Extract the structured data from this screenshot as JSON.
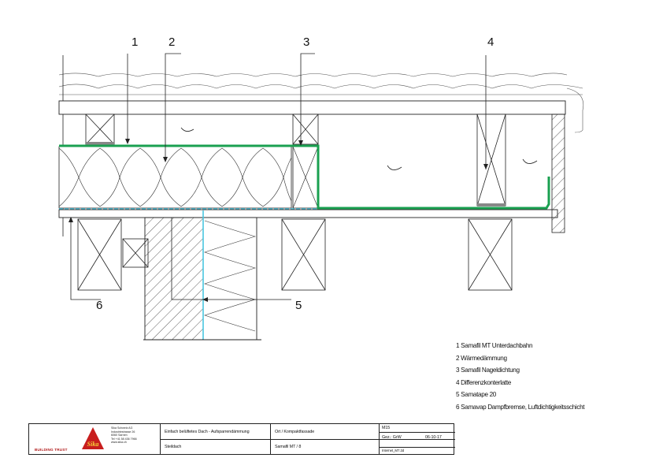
{
  "callouts": [
    "1",
    "2",
    "3",
    "4",
    "5",
    "6"
  ],
  "legend": [
    "1 Samafil MT Unterdachbahn",
    "2 Wärmedämmung",
    "3 Samafil Nageldichtung",
    "4 Differenzkonterlatte",
    "5 Samatape 20",
    "6 Samavap Dampfbremse, Luftdichtigkeitsschicht"
  ],
  "title_block": {
    "brand": "BUILDING TRUST",
    "logo_text": "Sika",
    "company": [
      "Sika Schweiz AG",
      "Industriestrasse 26",
      "6060 Sarnen",
      "Tel +41 58 436 7966",
      "www.sika.ch"
    ],
    "description": "Einfach belüftetes Dach - Aufsparrendämmung",
    "category": "Ort / Kompaktfassade",
    "sheet": "M15",
    "drawn_by": "Gez.: GrW",
    "date": "06-10-17",
    "roof_type": "Steildach",
    "product": "Samafil MT / 8",
    "file": "Internet_M7.2d"
  },
  "colors": {
    "membrane": "#1aa050",
    "vapour": "#4ac6e0",
    "line": "#222222"
  }
}
